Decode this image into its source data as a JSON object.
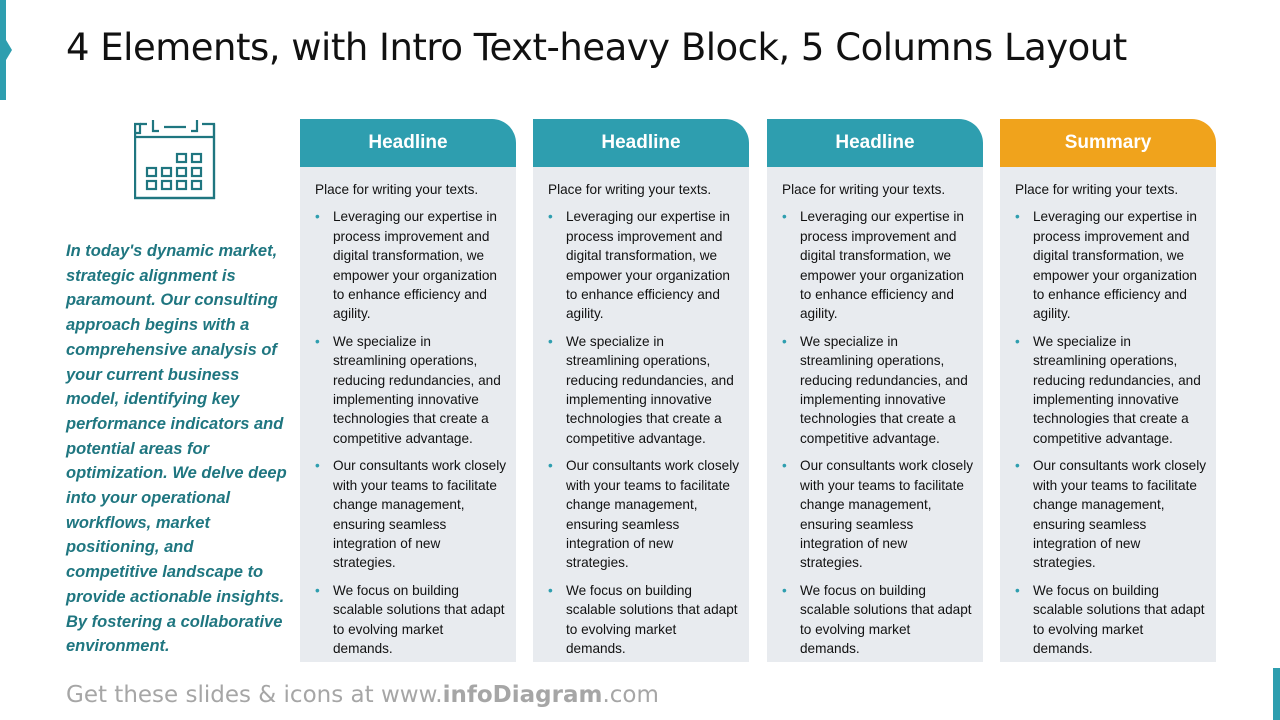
{
  "title": "4 Elements, with Intro Text-heavy Block, 5 Columns Layout",
  "icon": "calendar-icon",
  "intro": "In today's dynamic market, strategic alignment is paramount. Our consulting approach begins with a comprehensive analysis of your current business model, identifying key performance indicators and potential areas for optimization. We delve deep into your operational workflows, market positioning, and competitive landscape to provide actionable insights. By fostering a collaborative environment.",
  "colors": {
    "teal": "#2e9eaf",
    "orange": "#f0a31c",
    "intro_text": "#1f7680"
  },
  "columns": [
    {
      "headline": "Headline",
      "lead": "Place for writing your texts.",
      "bullets": [
        "Leveraging our expertise in process improvement and digital transformation, we empower your organization to enhance efficiency and agility.",
        "We specialize in streamlining operations, reducing redundancies, and implementing innovative technologies that create a competitive advantage.",
        "Our consultants work closely with your teams to facilitate change management, ensuring seamless integration of new strategies.",
        "We focus on building scalable solutions that adapt to evolving market demands."
      ]
    },
    {
      "headline": "Headline",
      "lead": "Place for writing your texts.",
      "bullets": [
        "Leveraging our expertise in process improvement and digital transformation, we empower your organization to enhance efficiency and agility.",
        "We specialize in streamlining operations, reducing redundancies, and implementing innovative technologies that create a competitive advantage.",
        "Our consultants work closely with your teams to facilitate change management, ensuring seamless integration of new strategies.",
        "We focus on building scalable solutions that adapt to evolving market demands."
      ]
    },
    {
      "headline": "Headline",
      "lead": "Place for writing your texts.",
      "bullets": [
        "Leveraging our expertise in process improvement and digital transformation, we empower your organization to enhance efficiency and agility.",
        "We specialize in streamlining operations, reducing redundancies, and implementing innovative technologies that create a competitive advantage.",
        "Our consultants work closely with your teams to facilitate change management, ensuring seamless integration of new strategies.",
        "We focus on building scalable solutions that adapt to evolving market demands."
      ]
    },
    {
      "headline": "Summary",
      "lead": "Place for writing your texts.",
      "bullets": [
        "Leveraging our expertise in process improvement and digital transformation, we empower your organization to enhance efficiency and agility.",
        "We specialize in streamlining operations, reducing redundancies, and implementing innovative technologies that create a competitive advantage.",
        "Our consultants work closely with your teams to facilitate change management, ensuring seamless integration of new strategies.",
        "We focus on building scalable solutions that adapt to evolving market demands."
      ]
    }
  ],
  "footer": {
    "prefix": "Get these slides & icons at www.",
    "brand": "infoDiagram",
    "suffix": ".com"
  }
}
